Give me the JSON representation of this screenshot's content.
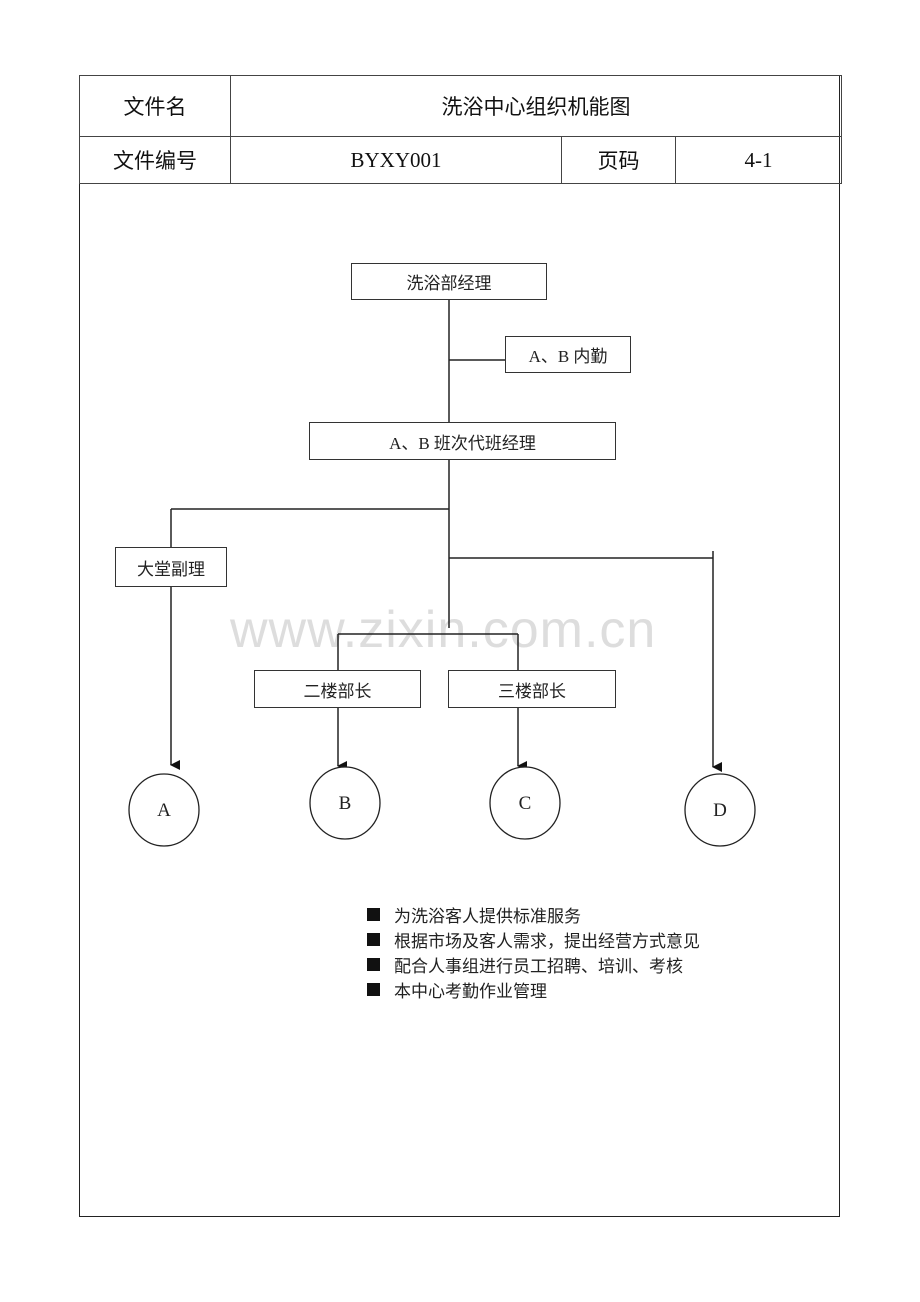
{
  "header": {
    "file_name_label": "文件名",
    "file_name_value": "洗浴中心组织机能图",
    "file_number_label": "文件编号",
    "file_number_value": "BYXY001",
    "page_label": "页码",
    "page_value": "4-1"
  },
  "org_chart": {
    "nodes": {
      "bath_manager": "洗浴部经理",
      "ab_internal": "A、B 内勤",
      "ab_shift_manager": "A、B 班次代班经理",
      "lobby_assistant": "大堂副理",
      "floor2_head": "二楼部长",
      "floor3_head": "三楼部长"
    },
    "circles": [
      "A",
      "B",
      "C",
      "D"
    ]
  },
  "watermark": "www.zixin.com.cn",
  "duties": [
    "为洗浴客人提供标准服务",
    "根据市场及客人需求，提出经营方式意见",
    "配合人事组进行员工招聘、培训、考核",
    "本中心考勤作业管理"
  ]
}
